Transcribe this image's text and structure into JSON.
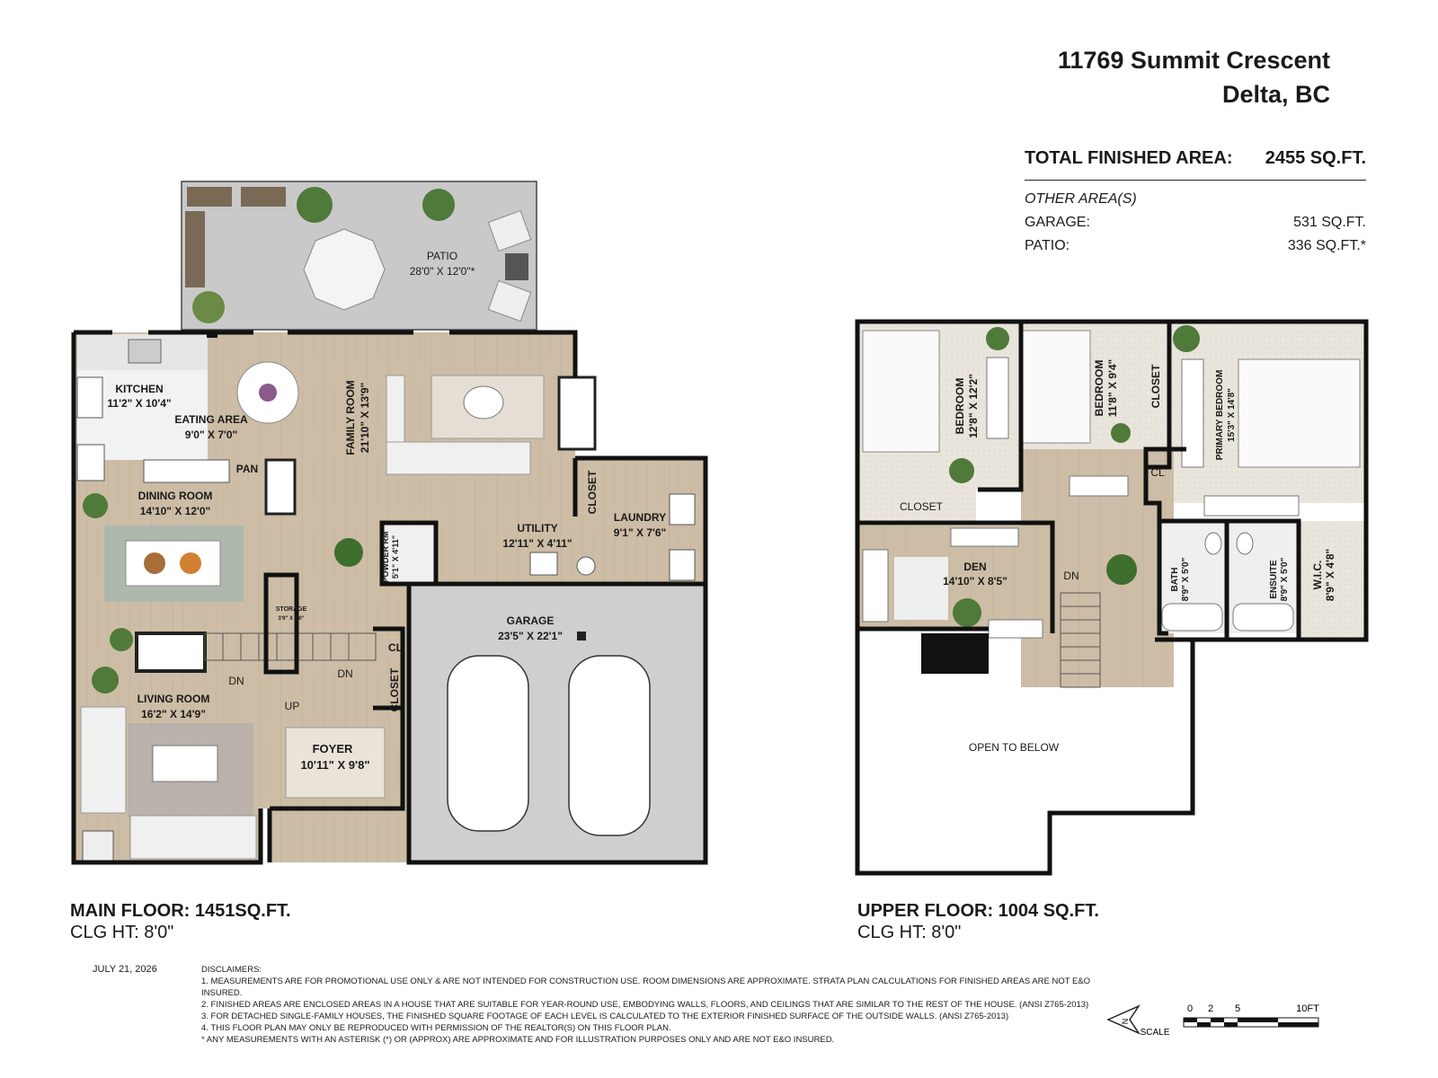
{
  "header": {
    "address_line1": "11769 Summit Crescent",
    "address_line2": "Delta, BC"
  },
  "totals": {
    "total_label": "TOTAL FINISHED AREA:",
    "total_value": "2455 SQ.FT.",
    "other_heading": "OTHER AREA(S)",
    "garage_label": "GARAGE:",
    "garage_value": "531 SQ.FT.",
    "patio_label": "PATIO:",
    "patio_value": "336 SQ.FT.*"
  },
  "main_floor": {
    "title": "MAIN FLOOR: 1451SQ.FT.",
    "ceiling": "CLG HT: 8'0\"",
    "rooms": {
      "patio": {
        "name": "PATIO",
        "dims": "28'0\" X 12'0\"*"
      },
      "kitchen": {
        "name": "KITCHEN",
        "dims": "11'2\" X 10'4\""
      },
      "eating": {
        "name": "EATING AREA",
        "dims": "9'0\" X 7'0\""
      },
      "family": {
        "name": "FAMILY ROOM",
        "dims": "21'10\" X 13'9\""
      },
      "pan": {
        "name": "PAN"
      },
      "dining": {
        "name": "DINING ROOM",
        "dims": "14'10\" X 12'0\""
      },
      "powder": {
        "name": "POWDER RM",
        "dims": "5'1\" X 4'11\""
      },
      "utility": {
        "name": "UTILITY",
        "dims": "12'11\" X 4'11\""
      },
      "closet_laundry": {
        "name": "CLOSET"
      },
      "laundry": {
        "name": "LAUNDRY",
        "dims": "9'1\" X 7'6\""
      },
      "storage": {
        "name": "STORAGE",
        "dims": "3'9\" X 3'0\""
      },
      "garage": {
        "name": "GARAGE",
        "dims": "23'5\" X 22'1\""
      },
      "cl": {
        "name": "CL"
      },
      "closet_foyer": {
        "name": "CLOSET"
      },
      "living": {
        "name": "LIVING ROOM",
        "dims": "16'2\" X 14'9\""
      },
      "foyer": {
        "name": "FOYER",
        "dims": "10'11\" X 9'8\""
      }
    },
    "stairs": {
      "dn1": "DN",
      "dn2": "DN",
      "up": "UP"
    }
  },
  "upper_floor": {
    "title": "UPPER FLOOR: 1004 SQ.FT.",
    "ceiling": "CLG HT: 8'0\"",
    "rooms": {
      "bed1": {
        "name": "BEDROOM",
        "dims": "12'8\" X 12'2\""
      },
      "bed2": {
        "name": "BEDROOM",
        "dims": "11'8\" X 9'4\""
      },
      "closet_top": {
        "name": "CLOSET"
      },
      "primary": {
        "name": "PRIMARY BEDROOM",
        "dims": "15'3\" X 14'8\""
      },
      "closet_bed1": {
        "name": "CLOSET"
      },
      "cl": {
        "name": "CL"
      },
      "den": {
        "name": "DEN",
        "dims": "14'10\" X 8'5\""
      },
      "bath": {
        "name": "BATH",
        "dims": "8'9\" X 5'0\""
      },
      "ensuite": {
        "name": "ENSUITE",
        "dims": "8'9\" X 5'0\""
      },
      "wic": {
        "name": "W.I.C.",
        "dims": "8'9\" X 4'8\""
      },
      "open": {
        "name": "OPEN TO BELOW"
      }
    },
    "stairs": {
      "dn": "DN"
    }
  },
  "footer": {
    "date": "JULY 21, 2026",
    "disclaimers_heading": "DISCLAIMERS:",
    "disclaimers": [
      "1. MEASUREMENTS ARE FOR PROMOTIONAL USE ONLY & ARE NOT INTENDED FOR CONSTRUCTION USE. ROOM DIMENSIONS ARE APPROXIMATE. STRATA PLAN CALCULATIONS FOR FINISHED AREAS ARE NOT E&O INSURED.",
      "2. FINISHED AREAS ARE ENCLOSED AREAS IN A HOUSE THAT ARE SUITABLE FOR YEAR-ROUND USE, EMBODYING WALLS, FLOORS, AND CEILINGS THAT ARE SIMILAR TO THE REST OF THE HOUSE. (ANSI Z765-2013)",
      "3. FOR DETACHED SINGLE-FAMILY HOUSES, THE FINISHED SQUARE FOOTAGE OF EACH LEVEL IS CALCULATED TO THE EXTERIOR FINISHED SURFACE OF THE OUTSIDE WALLS. (ANSI Z765-2013)",
      "4. THIS FLOOR PLAN MAY ONLY BE REPRODUCED WITH PERMISSION OF THE REALTOR(S) ON THIS FLOOR PLAN.",
      "* ANY MEASUREMENTS WITH AN ASTERISK (*) OR (APPROX) ARE APPROXIMATE AND FOR ILLUSTRATION PURPOSES ONLY AND ARE NOT E&O INSURED."
    ],
    "north": "N",
    "scale_label": "SCALE",
    "scale_ticks": [
      "0",
      "2",
      "5",
      "10FT"
    ]
  }
}
